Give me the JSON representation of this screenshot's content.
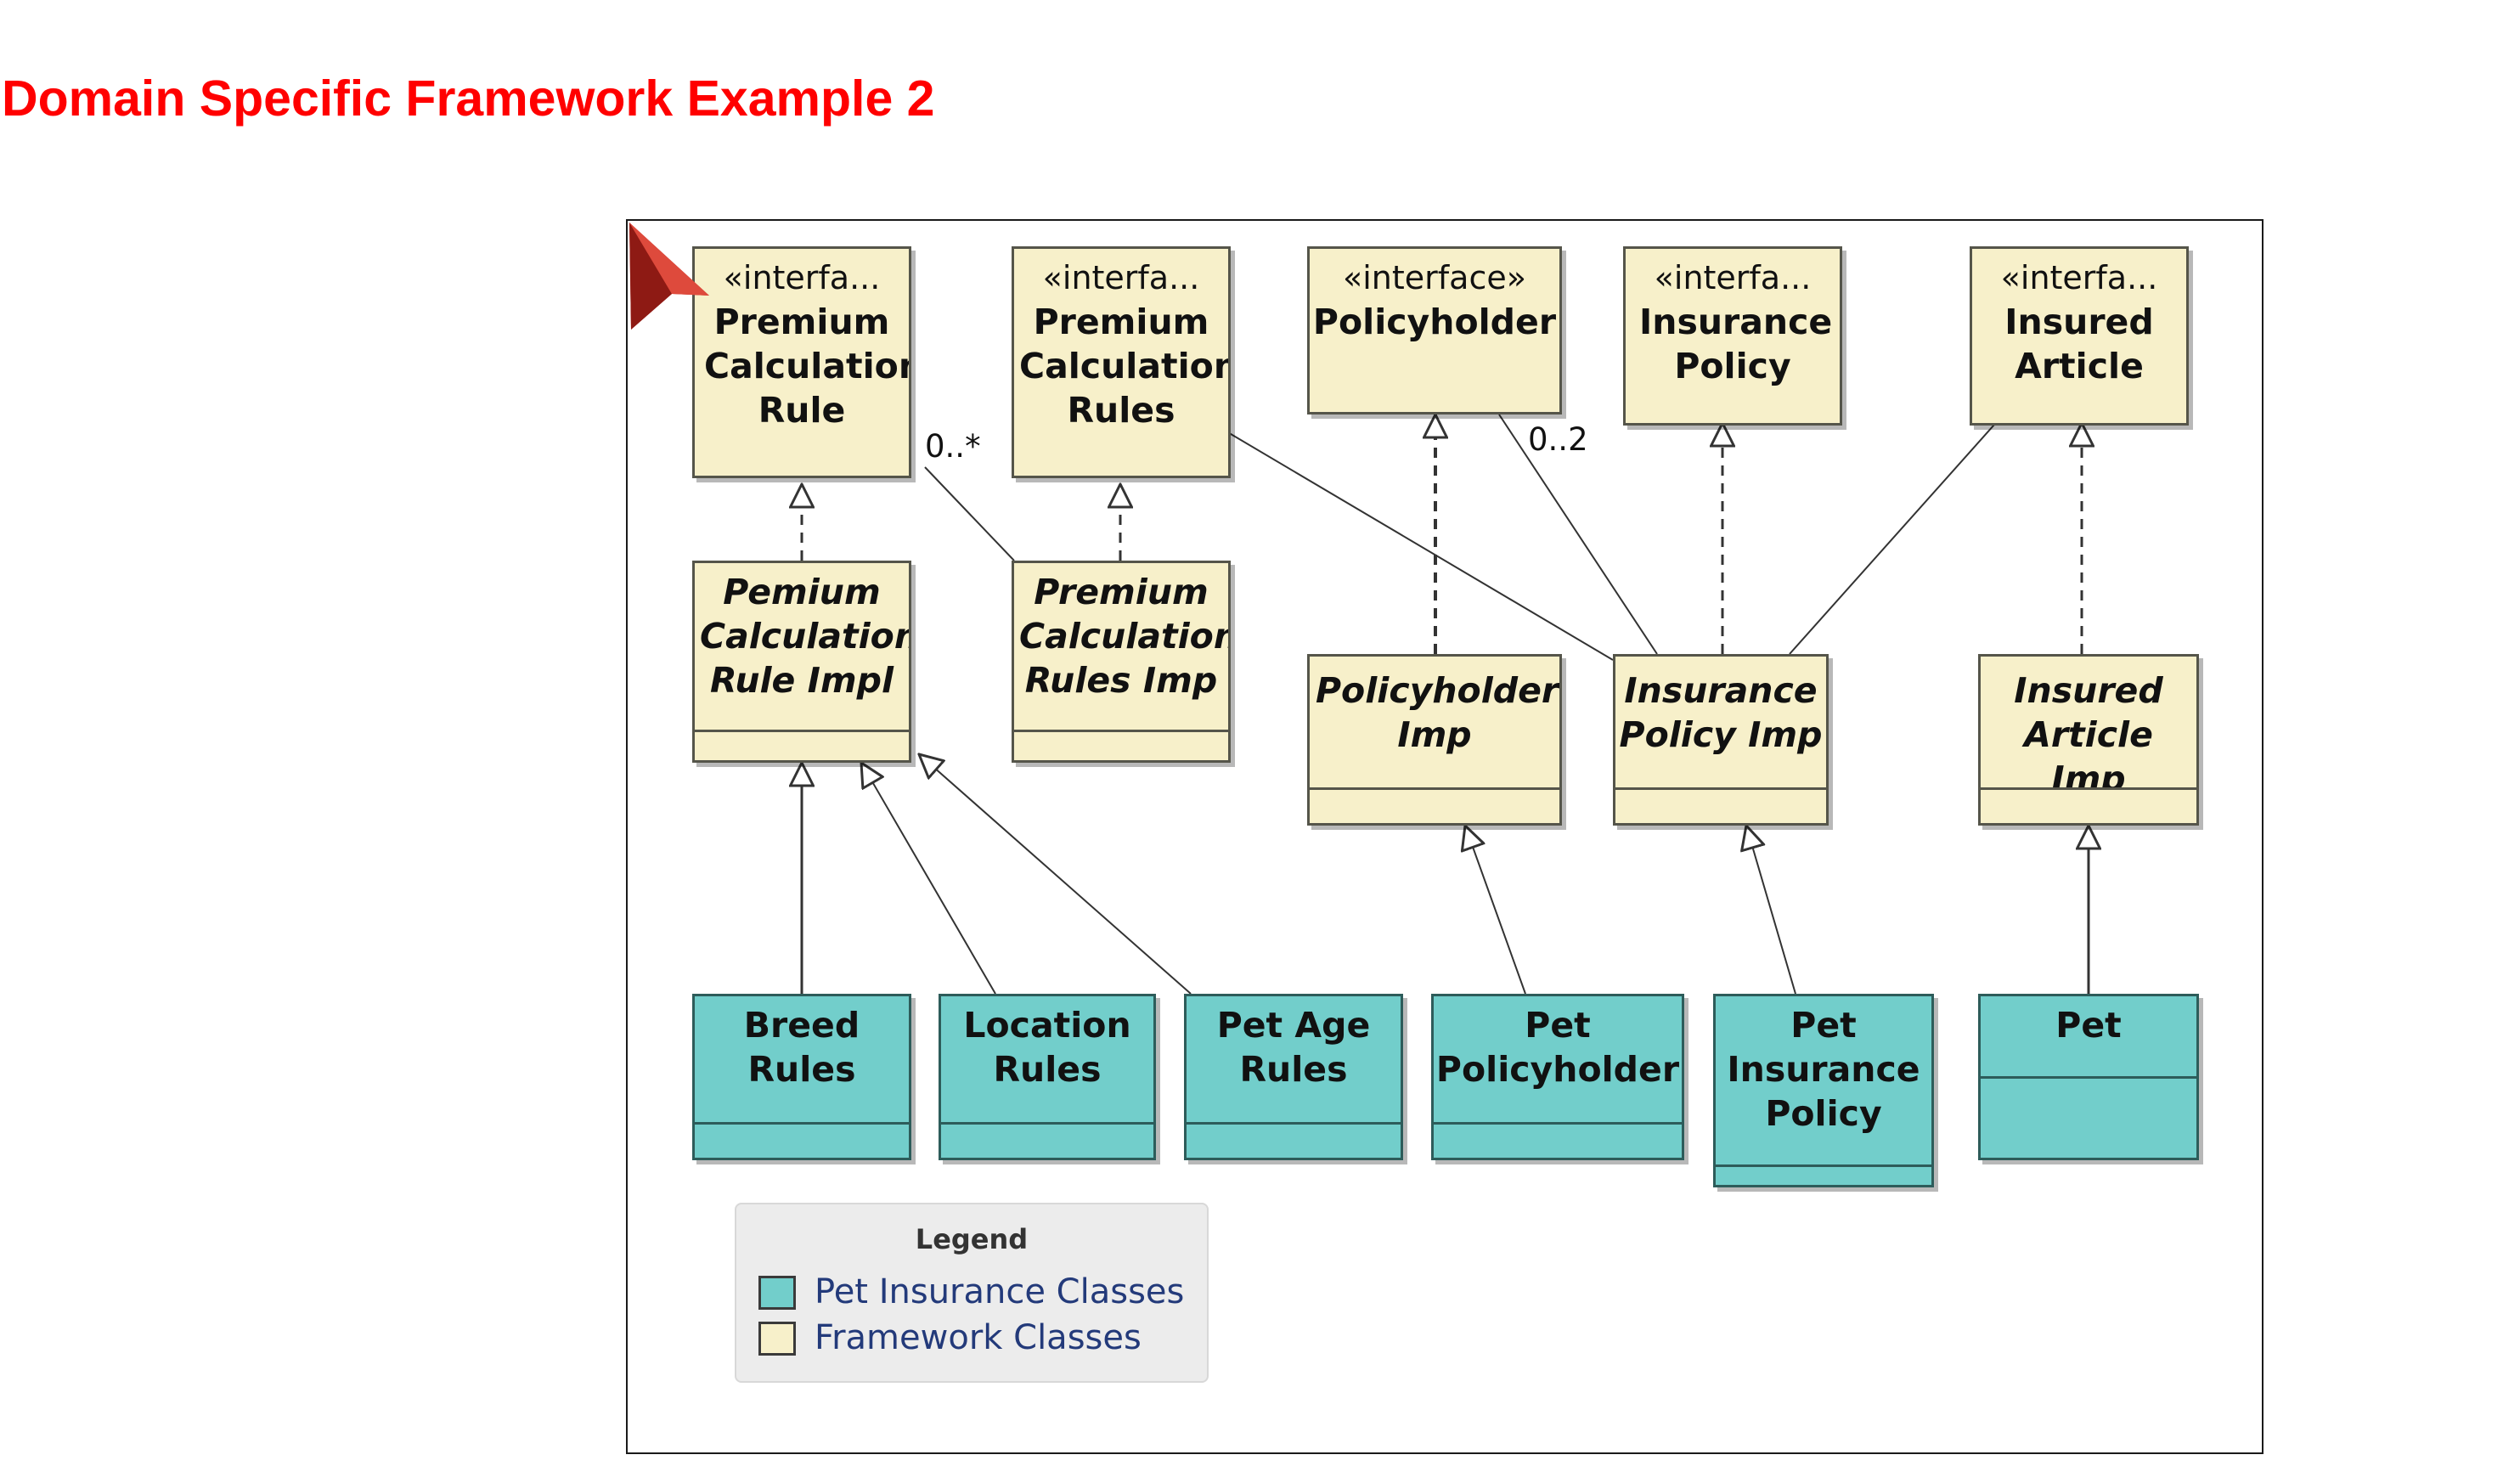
{
  "title": "Domain Specific Framework Example 2",
  "colors": {
    "title": "#ff0000",
    "framework_fill": "#f7f0ca",
    "pet_fill": "#72cecb"
  },
  "classes": {
    "premium_calc_rule": {
      "stereotype": "«interfa...",
      "name": "Premium Calculation Rule"
    },
    "premium_calc_rules": {
      "stereotype": "«interfa...",
      "name": "Premium Calculation Rules"
    },
    "policyholder": {
      "stereotype": "«interface»",
      "name": "Policyholder"
    },
    "insurance_policy": {
      "stereotype": "«interfa...",
      "name": "Insurance Policy"
    },
    "insured_article": {
      "stereotype": "«interfa...",
      "name": "Insured Article"
    },
    "pemium_calc_rule_impl": {
      "name": "Pemium Calculation Rule Impl"
    },
    "premium_calc_rules_imp": {
      "name": "Premium Calculation Rules Imp"
    },
    "policyholder_imp": {
      "name": "Policyholder Imp"
    },
    "insurance_policy_imp": {
      "name": "Insurance Policy Imp"
    },
    "insured_article_imp": {
      "name": "Insured Article Imp"
    },
    "breed_rules": {
      "name": "Breed Rules"
    },
    "location_rules": {
      "name": "Location Rules"
    },
    "pet_age_rules": {
      "name": "Pet Age Rules"
    },
    "pet_policyholder": {
      "name": "Pet Policyholder"
    },
    "pet_insurance_policy": {
      "name": "Pet Insurance Policy"
    },
    "pet": {
      "name": "Pet"
    }
  },
  "multiplicities": {
    "rules": "0..*",
    "policyholder": "0..2"
  },
  "legend": {
    "title": "Legend",
    "items": [
      {
        "label": "Pet Insurance Classes",
        "color": "#72cecb"
      },
      {
        "label": "Framework Classes",
        "color": "#f7f0ca"
      }
    ]
  }
}
